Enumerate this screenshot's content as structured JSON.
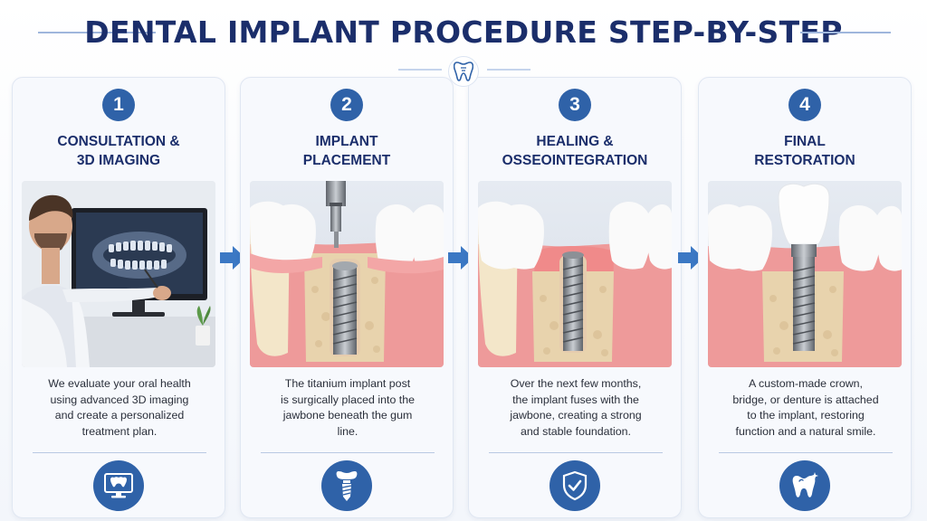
{
  "title": "DENTAL IMPLANT PROCEDURE STEP-BY-STEP",
  "header_icon": "tooth-icon",
  "steps": [
    {
      "number": "1",
      "title_lines": [
        "CONSULTATION &",
        "3D IMAGING"
      ],
      "image": "dentist-viewing-xray-image",
      "description_lines": [
        "We evaluate your oral health",
        "using advanced 3D imaging",
        "and create a personalized",
        "treatment plan."
      ],
      "icon": "monitor-xray-icon"
    },
    {
      "number": "2",
      "title_lines": [
        "IMPLANT",
        "PLACEMENT"
      ],
      "image": "implant-placement-image",
      "description_lines": [
        "The titanium implant post",
        "is surgically placed into the",
        "jawbone beneath the gum",
        "line."
      ],
      "icon": "implant-screw-icon"
    },
    {
      "number": "3",
      "title_lines": [
        "HEALING &",
        "OSSEOINTEGRATION"
      ],
      "image": "healing-osseointegration-image",
      "description_lines": [
        "Over the next few months,",
        "the implant fuses with the",
        "jawbone, creating a strong",
        "and stable foundation."
      ],
      "icon": "shield-check-icon"
    },
    {
      "number": "4",
      "title_lines": [
        "FINAL",
        "RESTORATION"
      ],
      "image": "final-crown-restoration-image",
      "description_lines": [
        "A custom-made crown,",
        "bridge, or denture is attached",
        "to the implant, restoring",
        "function and a natural smile."
      ],
      "icon": "tooth-sparkle-icon"
    }
  ],
  "colors": {
    "title": "#1b2e6b",
    "badge": "#2f62a8",
    "arrow": "#3b78c4",
    "gum": "#ee9a9a",
    "bone": "#ecd9b5",
    "tooth": "#fafafa",
    "metal": "#8c9096"
  }
}
